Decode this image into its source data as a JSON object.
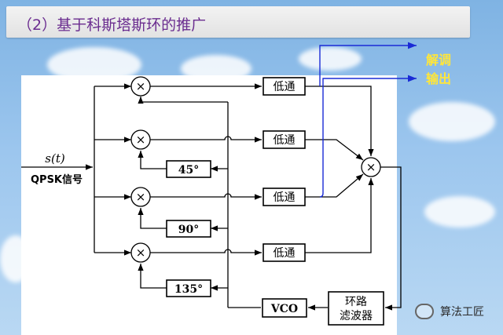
{
  "title": "（2）基于科斯塔斯环的推广",
  "input": {
    "signal": "s(t)",
    "label": "QPSK信号"
  },
  "blocks": {
    "lowpass": "低通",
    "vco": "VCO",
    "loop_filter_line1": "环路",
    "loop_filter_line2": "滤波器"
  },
  "multiplier_symbol": "×",
  "phase_shifts": [
    "45°",
    "90°",
    "135°"
  ],
  "output": {
    "line1": "解调",
    "line2": "输出"
  },
  "watermark": "算法工匠",
  "colors": {
    "title": "#6a2c8f",
    "output_text": "#ffe63a",
    "output_line": "#1a2bd6",
    "wire": "#000000"
  }
}
